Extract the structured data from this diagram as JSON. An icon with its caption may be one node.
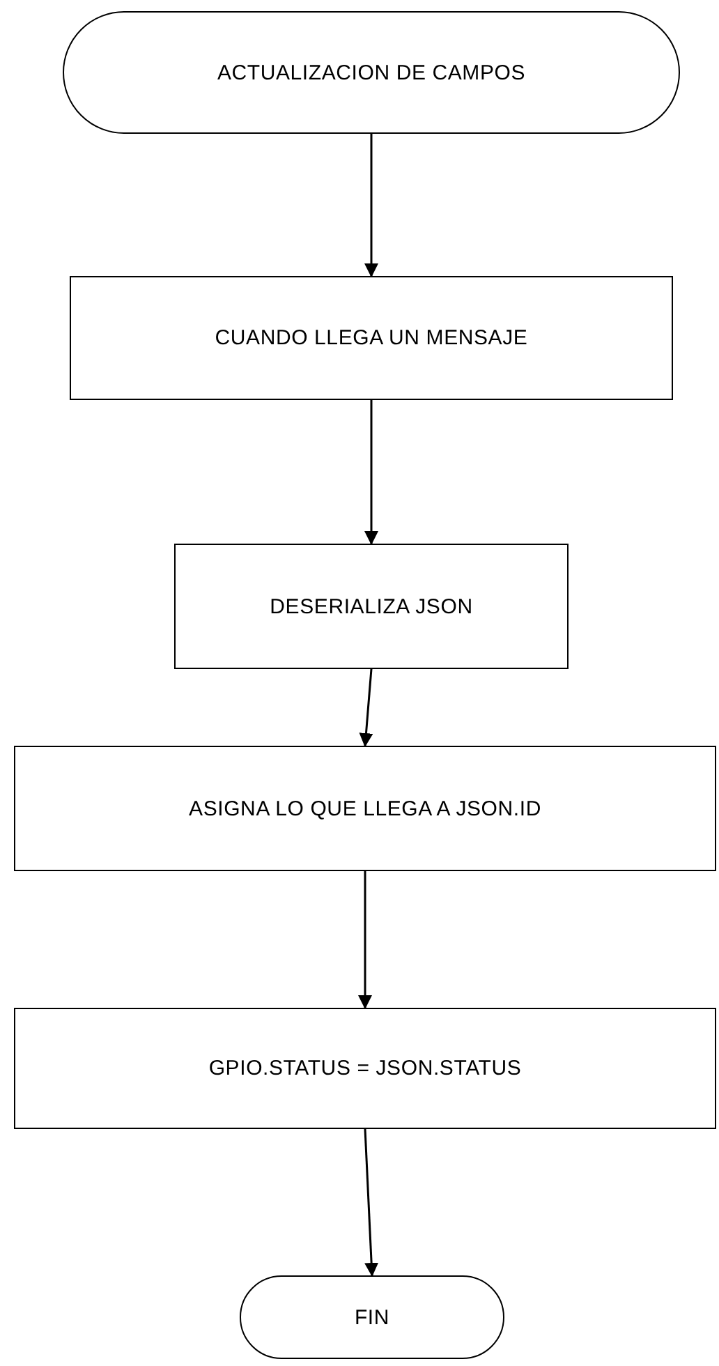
{
  "diagram": {
    "nodes": [
      {
        "text": [
          "ACTUALIZACION DE CAMPOS"
        ]
      },
      {
        "text": [
          "CUANDO LLEGA UN MENSAJE"
        ]
      },
      {
        "text": [
          "DESERIALIZA JSON"
        ]
      },
      {
        "text": [
          "ASIGNA LO QUE LLEGA A JSON.ID"
        ]
      },
      {
        "text": [
          "GPIO.STATUS = JSON.STATUS"
        ]
      },
      {
        "text": [
          "FIN"
        ]
      }
    ],
    "edges": [
      {
        "from": 0,
        "to": 1,
        "arrow": "to"
      },
      {
        "from": 1,
        "to": 2,
        "arrow": "to"
      },
      {
        "from": 2,
        "to": 3,
        "arrow": "to"
      },
      {
        "from": 3,
        "to": 4,
        "arrow": "to"
      },
      {
        "from": 4,
        "to": 5,
        "arrow": "to"
      }
    ]
  }
}
